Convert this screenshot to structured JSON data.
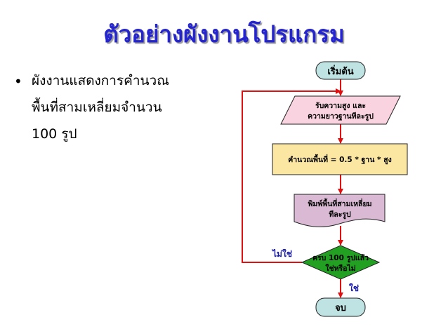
{
  "title": "ตัวอย่างผังงานโปรแกรม",
  "bullet": {
    "lines": [
      "ผังงานแสดงการคำนวณ",
      "พื้นที่สามเหลี่ยมจำนวน",
      "100 รูป"
    ]
  },
  "flowchart": {
    "start": "เริ่มต้น",
    "input": [
      "รับความสูง และ",
      "ความยาวฐานทีละรูป"
    ],
    "process": "คำนวณพื้นที่ = 0.5 * ฐาน * สูง",
    "output": [
      "พิมพ์พื้นที่สามเหลี่ยม",
      "ทีละรูป"
    ],
    "decision": [
      "ครบ 100 รูปแล้ว",
      "ใช่หรือไม่"
    ],
    "no_label": "ไม่ใช่",
    "yes_label": "ใช่",
    "end": "จบ"
  },
  "colors": {
    "title": "#2424d0",
    "arrow": "#e01010",
    "terminator": "#bfe3e3",
    "input": "#f9d3e0",
    "process": "#fbe7a1",
    "output": "#d9b9d3",
    "decision": "#22a022",
    "label": "#1a1aa8"
  }
}
